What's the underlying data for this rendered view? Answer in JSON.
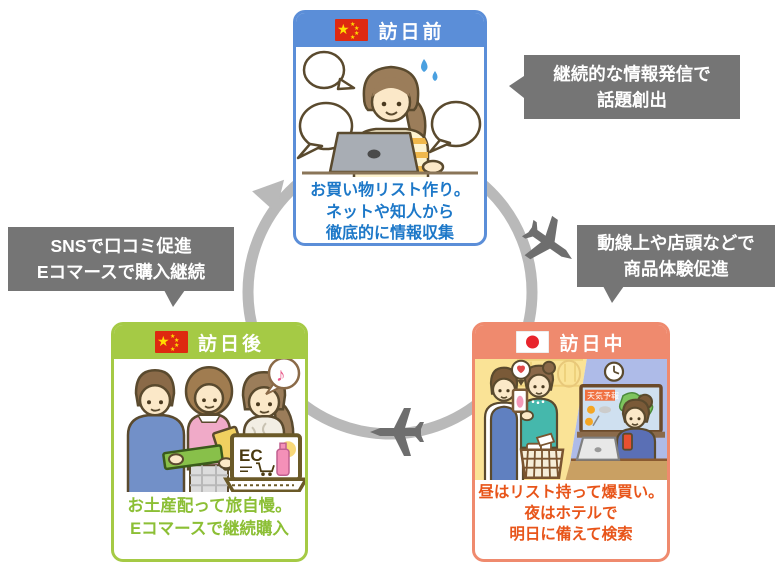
{
  "stages": {
    "before": {
      "label": "訪日前",
      "flag": "china",
      "caption": [
        "お買い物リスト作り。",
        "ネットや知人から",
        "徹底的に情報収集"
      ]
    },
    "during": {
      "label": "訪日中",
      "flag": "japan",
      "caption": [
        "昼はリスト持って爆買い。",
        "夜はホテルで",
        "明日に備えて検索"
      ]
    },
    "after": {
      "label": "訪日後",
      "flag": "china",
      "caption": [
        "お土産配って旅自慢。",
        "Eコマースで継続購入"
      ]
    }
  },
  "callouts": {
    "info": [
      "継続的な情報発信で",
      "話題創出"
    ],
    "experience": [
      "動線上や店頭などで",
      "商品体験促進"
    ],
    "sns": [
      "SNSで口コミ促進",
      "Eコマースで購入継続"
    ]
  },
  "illustrations": {
    "ec_label": "EC",
    "tv_label": "天気予報",
    "music_note": "♪"
  },
  "colors": {
    "before_accent": "#5b8ed8",
    "before_text": "#1d78c8",
    "during_accent": "#ef8a6e",
    "during_text": "#e8551a",
    "after_accent": "#a5ca45",
    "after_text": "#8cbf35",
    "callout_bg": "#757575",
    "cycle_ring": "#b9b9b9",
    "airplane": "#6e6e6e",
    "china_flag_red": "#de2910",
    "japan_flag_red": "#e8242c"
  }
}
